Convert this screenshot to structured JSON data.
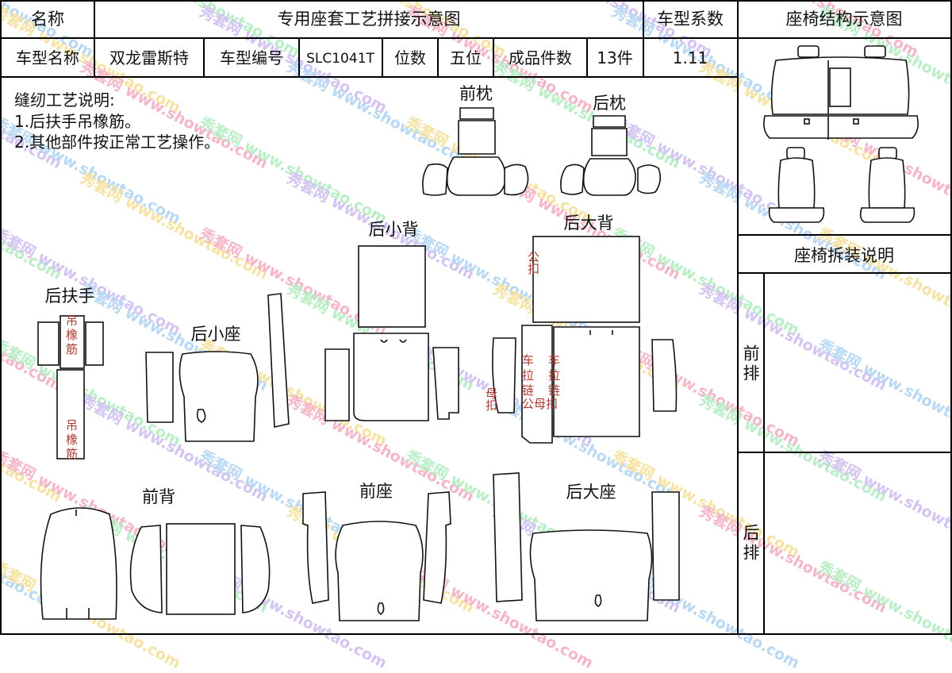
{
  "header": {
    "name_label": "名称",
    "title": "专用座套工艺拼接示意图",
    "coef_label": "车型系数",
    "structure_label": "座椅结构示意图"
  },
  "info": {
    "model_name_label": "车型名称",
    "model_name": "双龙雷斯特",
    "model_no_label": "车型编号",
    "model_no": "SLC1041T",
    "seats_label": "位数",
    "seats": "五位",
    "pieces_label": "成品件数",
    "pieces": "13件",
    "coef": "1.11"
  },
  "notes": {
    "heading": "缝纫工艺说明:",
    "line1": "1.后扶手吊橡筋。",
    "line2": "2.其他部件按正常工艺操作。"
  },
  "pieces": {
    "front_headrest": "前枕",
    "rear_headrest": "后枕",
    "rear_small_back": "后小背",
    "rear_big_back": "后大背",
    "rear_armrest": "后扶手",
    "rear_small_seat": "后小座",
    "front_back": "前背",
    "front_seat": "前座",
    "rear_big_seat": "后大座"
  },
  "marks": {
    "hang_elastic": "吊橡筋",
    "male_buckle": "公扣",
    "female_buckle": "母扣",
    "zipper": "车拉链",
    "male_female": "公母扣"
  },
  "sidebar": {
    "disassembly_title": "座椅拆装说明",
    "front_row": "前排",
    "rear_row": "后排"
  },
  "watermark": {
    "cn": "秀套网",
    "url": "www.showtao.com"
  },
  "colors": {
    "line": "#111111",
    "mark_red": "#b03a2e",
    "watermark": [
      "#f4b6c8",
      "#b8d8f4",
      "#b9eec6",
      "#f6e3a4",
      "#d4c4f2"
    ]
  }
}
